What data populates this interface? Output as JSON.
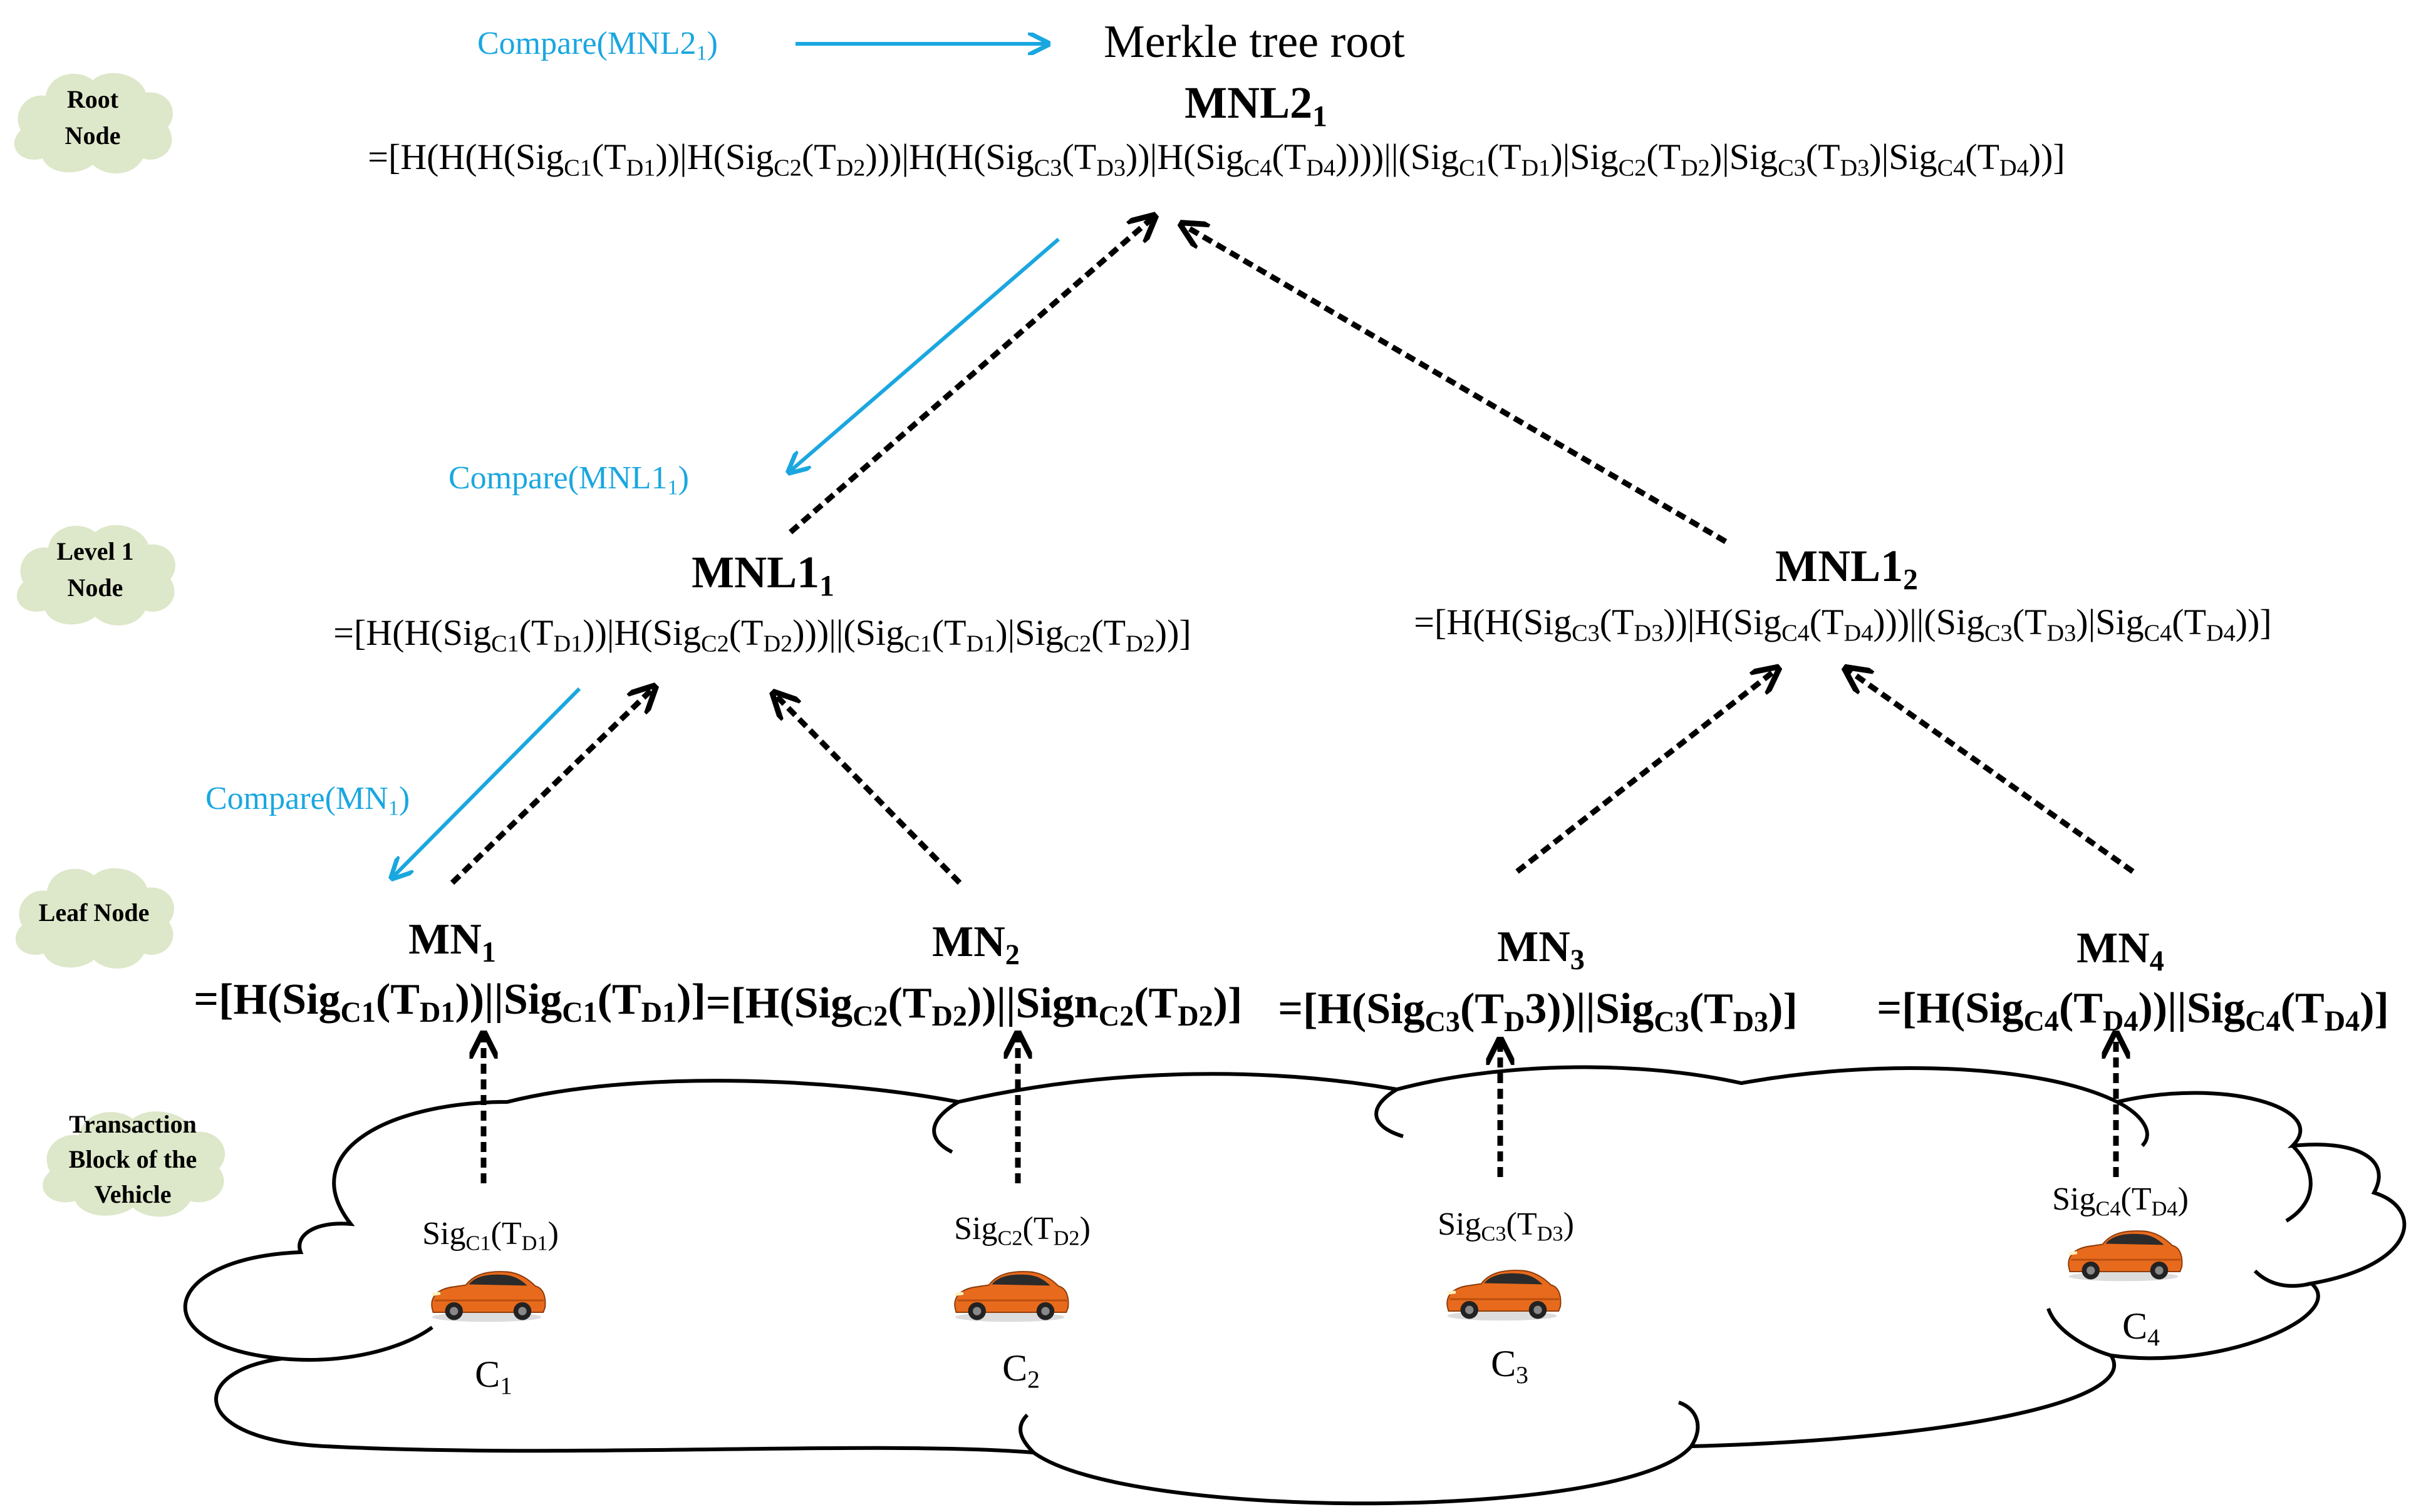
{
  "labels": {
    "root": [
      "Root",
      "Node"
    ],
    "level1": [
      "Level 1",
      "Node"
    ],
    "leaf": [
      "Leaf Node"
    ],
    "block": [
      "Transaction",
      "Block of the",
      "Vehicle"
    ]
  },
  "root": {
    "caption": "Merkle tree root",
    "name": "MNL2",
    "name_sub": "1",
    "compare": "Compare(MNL2",
    "compare_sub": "1",
    "compare_close": ")",
    "formula": [
      {
        "t": "=[H(H(H(Sig"
      },
      {
        "s": "C1"
      },
      {
        "t": "(T"
      },
      {
        "s": "D1"
      },
      {
        "t": "))|H(Sig"
      },
      {
        "s": "C2"
      },
      {
        "t": "(T"
      },
      {
        "s": "D2"
      },
      {
        "t": ")))|H(H(Sig"
      },
      {
        "s": "C3"
      },
      {
        "t": "(T"
      },
      {
        "s": "D3"
      },
      {
        "t": "))|H(Sig"
      },
      {
        "s": "C4"
      },
      {
        "t": "(T"
      },
      {
        "s": "D4"
      },
      {
        "t": "))))||(Sig"
      },
      {
        "s": "C1"
      },
      {
        "t": "(T"
      },
      {
        "s": "D1"
      },
      {
        "t": ")|Sig"
      },
      {
        "s": "C2"
      },
      {
        "t": "(T"
      },
      {
        "s": "D2"
      },
      {
        "t": ")|Sig"
      },
      {
        "s": "C3"
      },
      {
        "t": "(T"
      },
      {
        "s": "D3"
      },
      {
        "t": ")|Sig"
      },
      {
        "s": "C4"
      },
      {
        "t": "(T"
      },
      {
        "s": "D4"
      },
      {
        "t": "))]"
      }
    ]
  },
  "level1": [
    {
      "name": "MNL1",
      "name_sub": "1",
      "compare": "Compare(MNL1",
      "compare_sub": "1",
      "compare_close": ")",
      "formula": [
        {
          "t": "=[H(H(Sig"
        },
        {
          "s": "C1"
        },
        {
          "t": "(T"
        },
        {
          "s": "D1"
        },
        {
          "t": "))|H(Sig"
        },
        {
          "s": "C2"
        },
        {
          "t": "(T"
        },
        {
          "s": "D2"
        },
        {
          "t": ")))||(Sig"
        },
        {
          "s": "C1"
        },
        {
          "t": "(T"
        },
        {
          "s": "D1"
        },
        {
          "t": ")|Sig"
        },
        {
          "s": "C2"
        },
        {
          "t": "(T"
        },
        {
          "s": "D2"
        },
        {
          "t": "))]"
        }
      ]
    },
    {
      "name": "MNL1",
      "name_sub": "2",
      "formula": [
        {
          "t": "=[H(H(Sig"
        },
        {
          "s": "C3"
        },
        {
          "t": "(T"
        },
        {
          "s": "D3"
        },
        {
          "t": "))|H(Sig"
        },
        {
          "s": "C4"
        },
        {
          "t": "(T"
        },
        {
          "s": "D4"
        },
        {
          "t": ")))||(Sig"
        },
        {
          "s": "C3"
        },
        {
          "t": "(T"
        },
        {
          "s": "D3"
        },
        {
          "t": ")|Sig"
        },
        {
          "s": "C4"
        },
        {
          "t": "(T"
        },
        {
          "s": "D4"
        },
        {
          "t": "))]"
        }
      ]
    }
  ],
  "leaves": [
    {
      "name": "MN",
      "name_sub": "1",
      "compare": "Compare(MN",
      "compare_sub": "1",
      "compare_close": ")",
      "formula": [
        {
          "t": "=[H(Sig"
        },
        {
          "s": "C1"
        },
        {
          "t": "(T"
        },
        {
          "s": "D1"
        },
        {
          "t": "))||Sig"
        },
        {
          "s": "C1"
        },
        {
          "t": "(T"
        },
        {
          "s": "D1"
        },
        {
          "t": ")]"
        }
      ]
    },
    {
      "name": "MN",
      "name_sub": "2",
      "formula": [
        {
          "t": "=[H(Sig"
        },
        {
          "s": "C2"
        },
        {
          "t": "(T"
        },
        {
          "s": "D2"
        },
        {
          "t": "))||Sign"
        },
        {
          "s": "C2"
        },
        {
          "t": "(T"
        },
        {
          "s": "D2"
        },
        {
          "t": ")]"
        }
      ]
    },
    {
      "name": "MN",
      "name_sub": "3",
      "formula": [
        {
          "t": "=[H(Sig"
        },
        {
          "s": "C3"
        },
        {
          "t": "(T"
        },
        {
          "s": "D"
        },
        {
          "t": "3))||Sig"
        },
        {
          "s": "C3"
        },
        {
          "t": "(T"
        },
        {
          "s": "D3"
        },
        {
          "t": ")]"
        }
      ]
    },
    {
      "name": "MN",
      "name_sub": "4",
      "formula": [
        {
          "t": "=[H(Sig"
        },
        {
          "s": "C4"
        },
        {
          "t": "(T"
        },
        {
          "s": "D4"
        },
        {
          "t": "))||Sig"
        },
        {
          "s": "C4"
        },
        {
          "t": "(T"
        },
        {
          "s": "D4"
        },
        {
          "t": ")]"
        }
      ]
    }
  ],
  "vehicles": [
    {
      "sig": [
        {
          "t": "Sig"
        },
        {
          "s": "C1"
        },
        {
          "t": "(T"
        },
        {
          "s": "D1"
        },
        {
          "t": ")"
        }
      ],
      "id": "C",
      "id_sub": "1"
    },
    {
      "sig": [
        {
          "t": "Sig"
        },
        {
          "s": "C2"
        },
        {
          "t": "(T"
        },
        {
          "s": "D2"
        },
        {
          "t": ")"
        }
      ],
      "id": "C",
      "id_sub": "2"
    },
    {
      "sig": [
        {
          "t": "Sig"
        },
        {
          "s": "C3"
        },
        {
          "t": "(T"
        },
        {
          "s": "D3"
        },
        {
          "t": ")"
        }
      ],
      "id": "C",
      "id_sub": "3"
    },
    {
      "sig": [
        {
          "t": "Sig"
        },
        {
          "s": "C4"
        },
        {
          "t": "(T"
        },
        {
          "s": "D4"
        },
        {
          "t": ")"
        }
      ],
      "id": "C",
      "id_sub": "4"
    }
  ],
  "colors": {
    "compare_arrow": "#1aa7e0",
    "level_badge": "#dde7c9",
    "car_body": "#e86a1c",
    "car_window": "#2b2b2b"
  },
  "icons": {
    "vehicle": "car-icon",
    "badge": "cloud-badge-icon",
    "block": "cloud-icon"
  }
}
